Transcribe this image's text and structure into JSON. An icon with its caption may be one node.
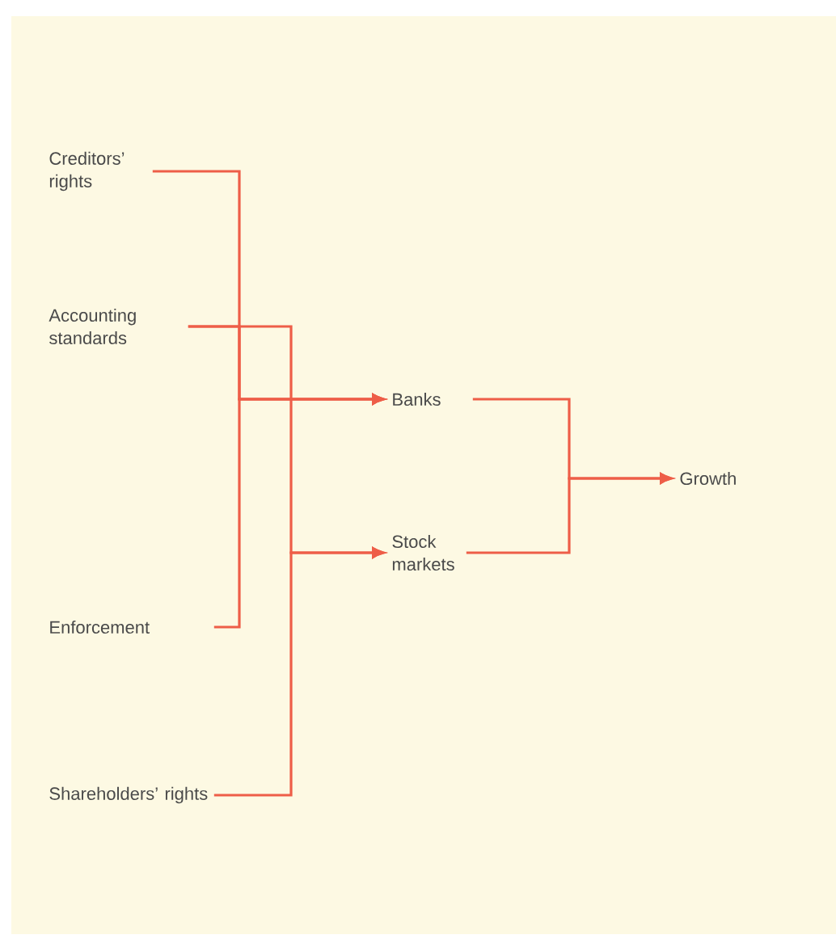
{
  "diagram": {
    "nodes": [
      {
        "text": [
          "Creditors’ rights"
        ]
      },
      {
        "text": [
          "Accounting standards"
        ]
      },
      {
        "text": [
          "Enforcement"
        ]
      },
      {
        "text": [
          "Shareholders’ rights"
        ]
      },
      {
        "text": [
          "Banks"
        ]
      },
      {
        "text": [
          "Stock markets"
        ]
      },
      {
        "text": [
          "Growth"
        ]
      }
    ],
    "edges": [
      {
        "from": 0,
        "to": 4,
        "arrow": "to"
      },
      {
        "from": 1,
        "to": 4,
        "arrow": "to"
      },
      {
        "from": 2,
        "to": 4,
        "arrow": "to"
      },
      {
        "from": 1,
        "to": 5,
        "arrow": "to"
      },
      {
        "from": 3,
        "to": 5,
        "arrow": "to"
      },
      {
        "from": 4,
        "to": 6,
        "arrow": "to"
      },
      {
        "from": 5,
        "to": 6,
        "arrow": "to"
      }
    ]
  }
}
